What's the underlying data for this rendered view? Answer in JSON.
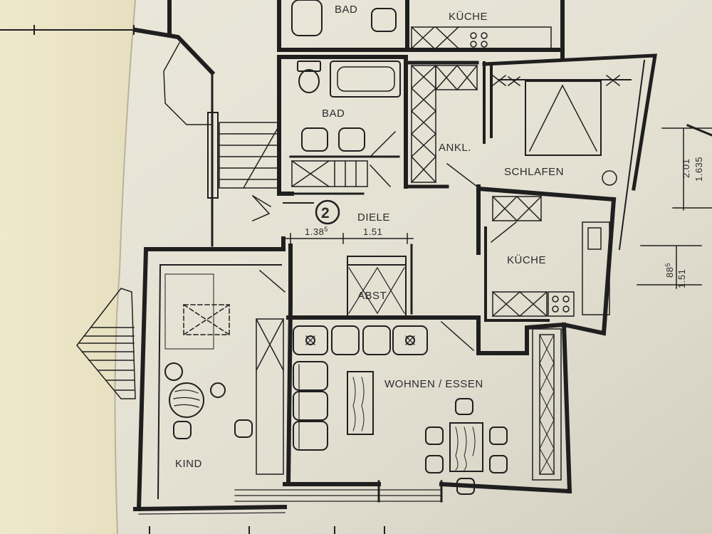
{
  "plan": {
    "unit_number": "2",
    "rooms": {
      "bad_top": "BAD",
      "kueche_top": "KÜCHE",
      "bad": "BAD",
      "ankl": "ANKL.",
      "schlafen": "SCHLAFEN",
      "diele": "DIELE",
      "kueche": "KÜCHE",
      "abst": "ABST",
      "wohnen_essen": "WOHNEN / ESSEN",
      "kind": "KIND"
    },
    "dimensions": {
      "diele_left": "1.38",
      "diele_left_sup": "5",
      "diele_right": "1.51",
      "right_top_a": "2.01",
      "right_top_b": "1.635",
      "right_mid_a": "88",
      "right_mid_a_sup": "5",
      "right_mid_b": "1.51"
    }
  },
  "colors": {
    "paper": "#e7e4d6",
    "paper_shadow": "#cfcbbd",
    "ink": "#1f1f1f",
    "left_sheet": "#ece5c6"
  }
}
